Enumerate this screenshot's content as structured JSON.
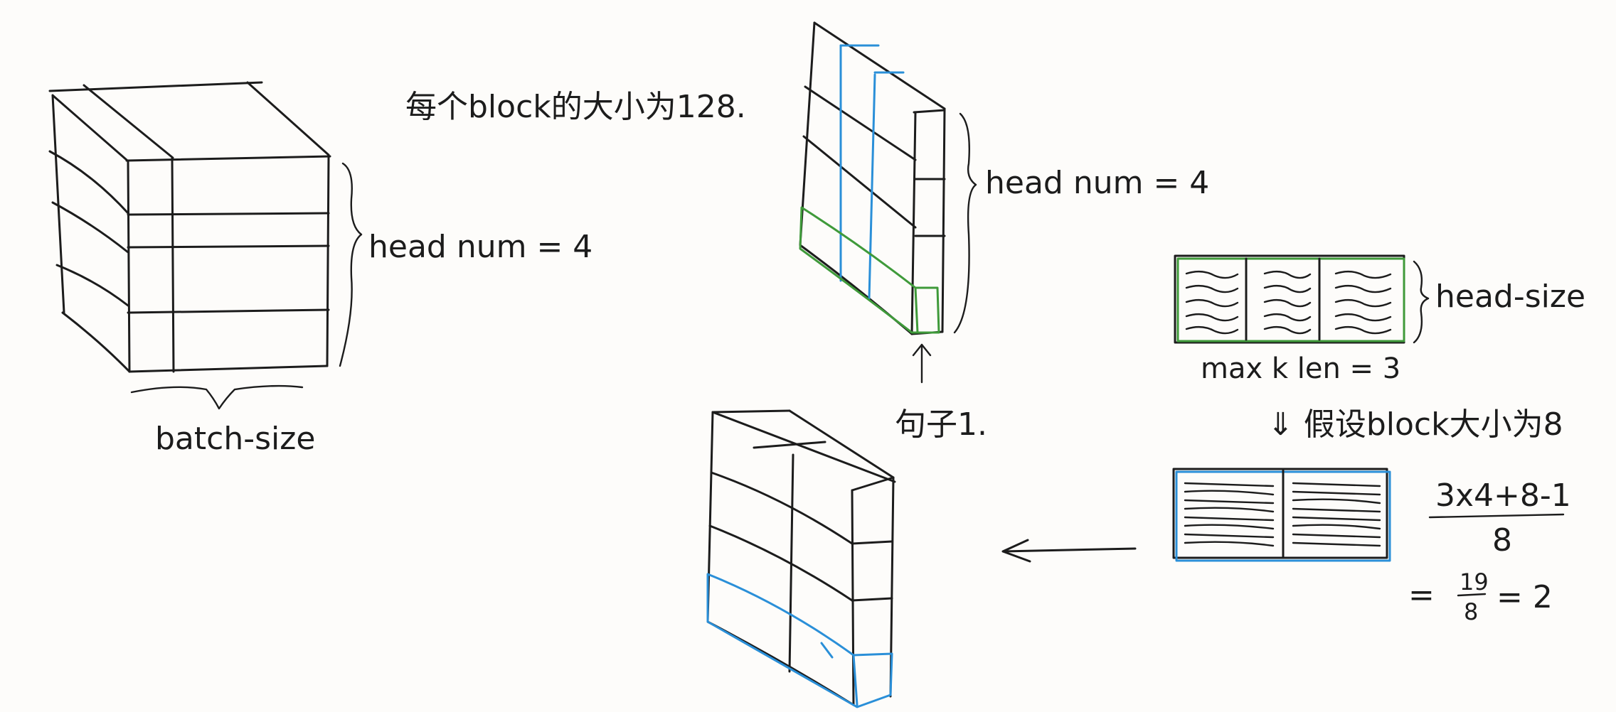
{
  "labels": {
    "block_size_note": "每个block的大小为128.",
    "head_num_left": "head num = 4",
    "batch_size": "batch-size",
    "head_num_mid": "head num = 4",
    "sentence_1": "句子1.",
    "head_size": "head-size",
    "max_k_len": "max k len = 3",
    "assume_block": "⇓ 假设block大小为8",
    "formula_numerator": "3x4+8-1",
    "formula_denominator": "8",
    "result_eq": "=",
    "result_num": "19",
    "result_den": "8",
    "result_value": "= 2"
  },
  "colors": {
    "ink": "#1c1c1c",
    "green": "#3f9a3a",
    "blue": "#2a8fd8",
    "background": "#fdfcfa"
  }
}
